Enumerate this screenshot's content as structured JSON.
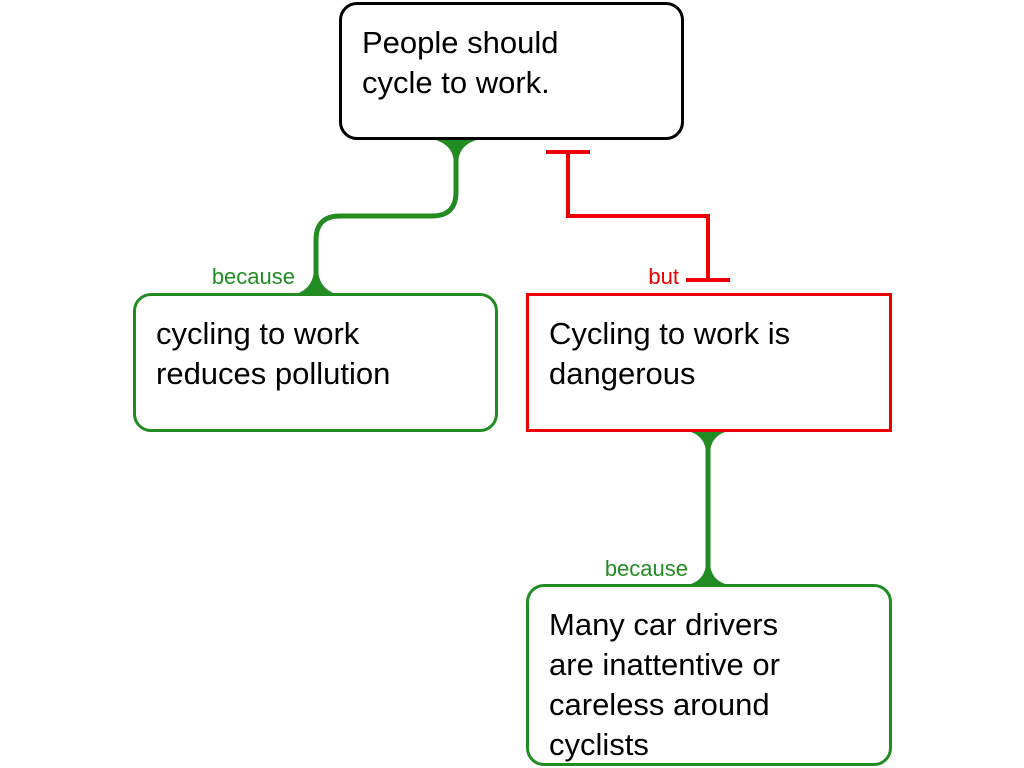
{
  "colors": {
    "support": "#228b22",
    "oppose": "#ee0000",
    "claim": "#000000"
  },
  "nodes": {
    "claim": {
      "text": "People should\ncycle to work."
    },
    "reason": {
      "text": "cycling to work\nreduces pollution"
    },
    "objection": {
      "text": "Cycling to work is\ndangerous"
    },
    "subreason": {
      "text": "Many car drivers\nare inattentive or\ncareless around\ncyclists"
    }
  },
  "links": {
    "reason_to_claim": {
      "label": "because",
      "kind": "support"
    },
    "objection_to_claim": {
      "label": "but",
      "kind": "oppose"
    },
    "subreason_to_objection": {
      "label": "because",
      "kind": "support"
    }
  }
}
